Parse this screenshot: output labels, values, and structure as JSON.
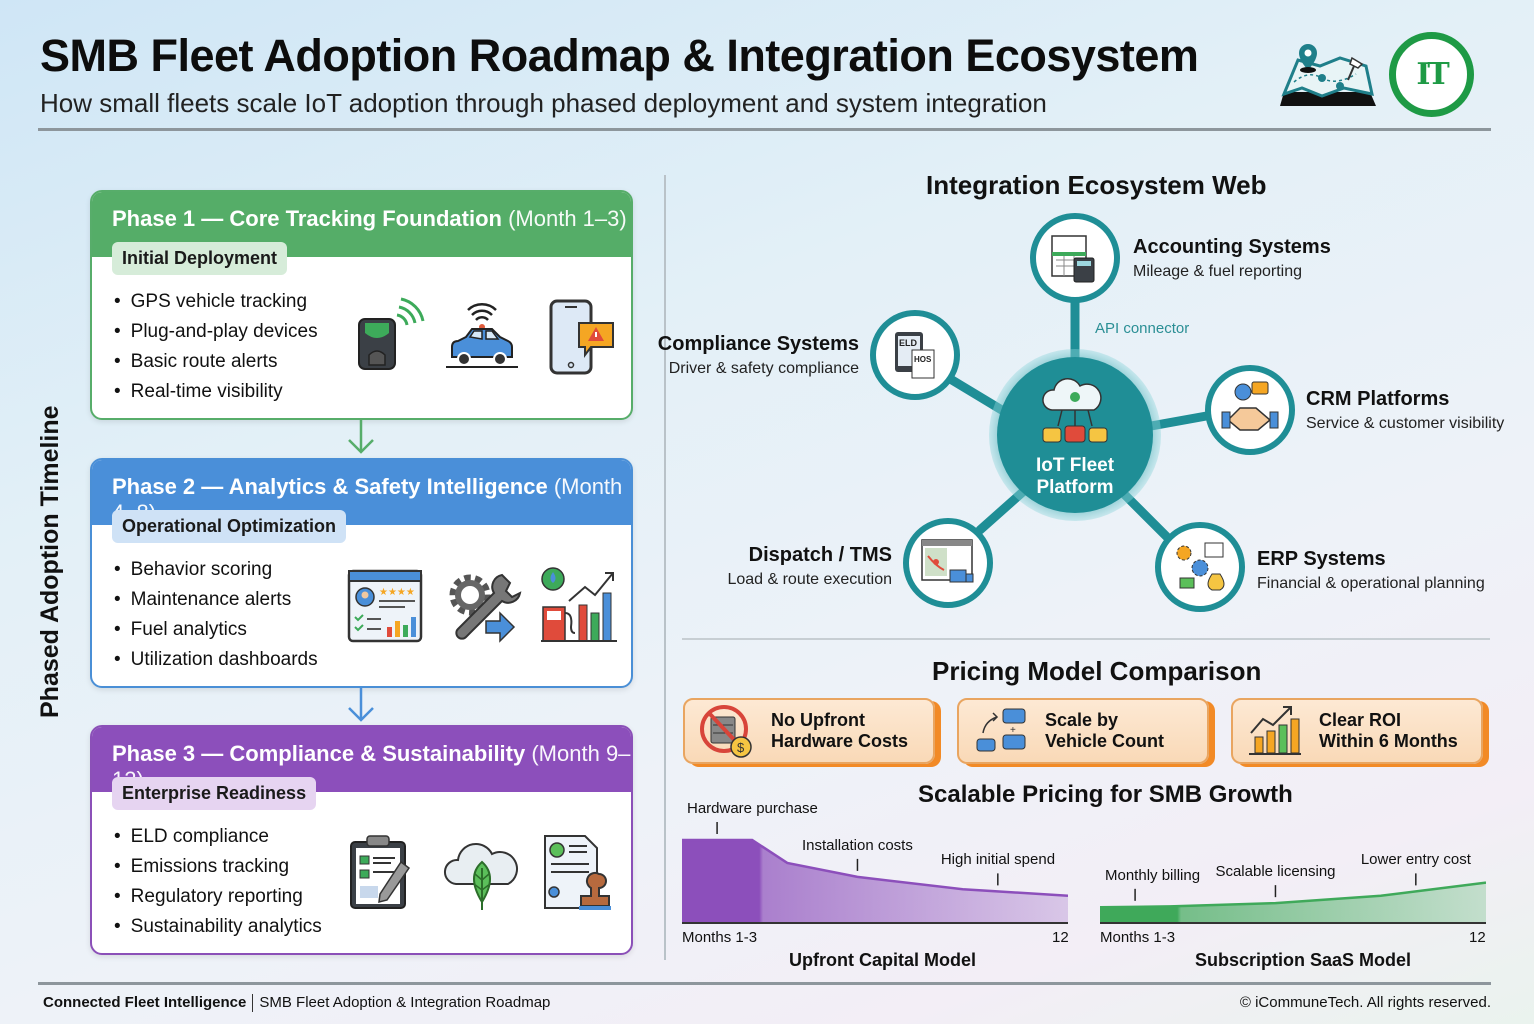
{
  "header": {
    "title": "SMB Fleet Adoption Roadmap & Integration Ecosystem",
    "subtitle": "How small fleets scale IoT adoption through phased deployment and system integration",
    "logo_text": "IT",
    "icons": [
      "map-route-icon",
      "icommunetech-logo"
    ]
  },
  "timeline": {
    "label": "Phased Adoption Timeline",
    "phases": [
      {
        "title": "Phase 1 — Core Tracking Foundation",
        "months": "(Month 1–3)",
        "tag": "Initial Deployment",
        "color": "#55ad68",
        "items": [
          "GPS vehicle tracking",
          "Plug-and-play devices",
          "Basic route alerts",
          "Real-time visibility"
        ],
        "icons": [
          "obd-tracker-device-icon",
          "connected-car-icon",
          "mobile-alert-icon"
        ]
      },
      {
        "title": "Phase 2 — Analytics & Safety Intelligence",
        "months": "(Month 4–8)",
        "tag": "Operational Optimization",
        "color": "#4a8fd9",
        "items": [
          "Behavior scoring",
          "Maintenance alerts",
          "Fuel analytics",
          "Utilization dashboards"
        ],
        "icons": [
          "driver-scorecard-icon",
          "maintenance-wrench-gear-icon",
          "fuel-analytics-chart-icon"
        ]
      },
      {
        "title": "Phase 3 — Compliance & Sustainability",
        "months": "(Month 9–12)",
        "tag": "Enterprise Readiness",
        "color": "#8c4fbb",
        "items": [
          "ELD compliance",
          "Emissions tracking",
          "Regulatory reporting",
          "Sustainability analytics"
        ],
        "icons": [
          "compliance-clipboard-icon",
          "cloud-leaf-icon",
          "certified-document-stamp-icon"
        ]
      }
    ]
  },
  "ecosystem": {
    "title": "Integration Ecosystem Web",
    "hub": {
      "line1": "IoT Fleet",
      "line2": "Platform"
    },
    "connector_label": "API connector",
    "accent": "#23939a",
    "nodes": [
      {
        "id": "accounting",
        "title": "Accounting Systems",
        "subtitle": "Mileage & fuel reporting",
        "icon": "spreadsheet-calculator-icon"
      },
      {
        "id": "compliance",
        "title": "Compliance Systems",
        "subtitle": "Driver & safety compliance",
        "icon": "eld-hos-tablet-icon"
      },
      {
        "id": "crm",
        "title": "CRM Platforms",
        "subtitle": "Service & customer visibility",
        "icon": "handshake-icon"
      },
      {
        "id": "dispatch",
        "title": "Dispatch / TMS",
        "subtitle": "Load & route execution",
        "icon": "route-map-truck-icon"
      },
      {
        "id": "erp",
        "title": "ERP Systems",
        "subtitle": "Financial & operational planning",
        "icon": "erp-gears-money-icon"
      }
    ]
  },
  "pricing": {
    "title": "Pricing Model Comparison",
    "cards": [
      {
        "line1": "No Upfront",
        "line2": "Hardware Costs",
        "icon": "no-hardware-cost-icon"
      },
      {
        "line1": "Scale by",
        "line2": "Vehicle Count",
        "icon": "vehicle-scale-icon"
      },
      {
        "line1": "Clear ROI",
        "line2": "Within 6 Months",
        "icon": "roi-growth-chart-icon"
      }
    ],
    "subtitle": "Scalable Pricing for SMB Growth"
  },
  "chart_data": [
    {
      "type": "area",
      "title": "Upfront Capital Model",
      "x_start_label": "Months 1-3",
      "x_end_label": "12",
      "x": [
        1,
        3,
        4,
        6,
        9,
        12
      ],
      "values": [
        100,
        100,
        72,
        55,
        40,
        32
      ],
      "ylim": [
        0,
        100
      ],
      "color": "#8c4fbb",
      "annotations": [
        {
          "text": "Hardware purchase",
          "x": 2
        },
        {
          "text": "Installation costs",
          "x": 6
        },
        {
          "text": "High initial spend",
          "x": 10
        }
      ]
    },
    {
      "type": "area",
      "title": "Subscription SaaS Model",
      "x_start_label": "Months 1-3",
      "x_end_label": "12",
      "x": [
        1,
        3,
        6,
        9,
        12
      ],
      "values": [
        18,
        19,
        23,
        32,
        48
      ],
      "ylim": [
        0,
        100
      ],
      "color": "#3fa95a",
      "annotations": [
        {
          "text": "Monthly billing",
          "x": 2
        },
        {
          "text": "Scalable licensing",
          "x": 6
        },
        {
          "text": "Lower entry cost",
          "x": 10
        }
      ]
    }
  ],
  "footer": {
    "brand": "Connected Fleet Intelligence",
    "doc": "SMB Fleet Adoption & Integration Roadmap",
    "copyright": "© iCommuneTech. All rights reserved."
  }
}
